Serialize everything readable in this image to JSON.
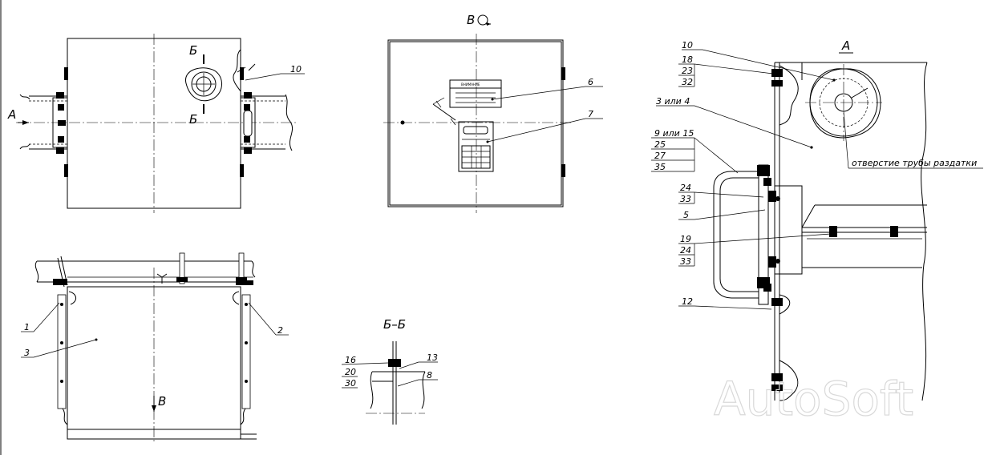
{
  "views": {
    "view_v": "В",
    "section": "Б–Б",
    "detail_a": "А",
    "arrow_a": "А",
    "arrow_v": "В",
    "cut_top": "Б",
    "cut_bottom": "Б"
  },
  "callouts": {
    "top_left": [
      "10"
    ],
    "view_v": [
      "6",
      "7"
    ],
    "front": [
      "1",
      "2",
      "3"
    ],
    "section": [
      [
        "16",
        "20",
        "30"
      ],
      [
        "13"
      ],
      [
        "8"
      ]
    ],
    "detail": [
      [
        "10"
      ],
      [
        "18",
        "23",
        "32"
      ],
      [
        "3 или 4"
      ],
      [
        "9 или 15",
        "25",
        "27",
        "35"
      ],
      [
        "24",
        "33"
      ],
      [
        "5"
      ],
      [
        "19",
        "24",
        "33"
      ],
      [
        "12"
      ]
    ]
  },
  "notes": {
    "pipe_hole": "отверстие трубы раздатки",
    "sign_text": "ВНИМАНИЕ"
  },
  "watermark": "AutoSoft"
}
